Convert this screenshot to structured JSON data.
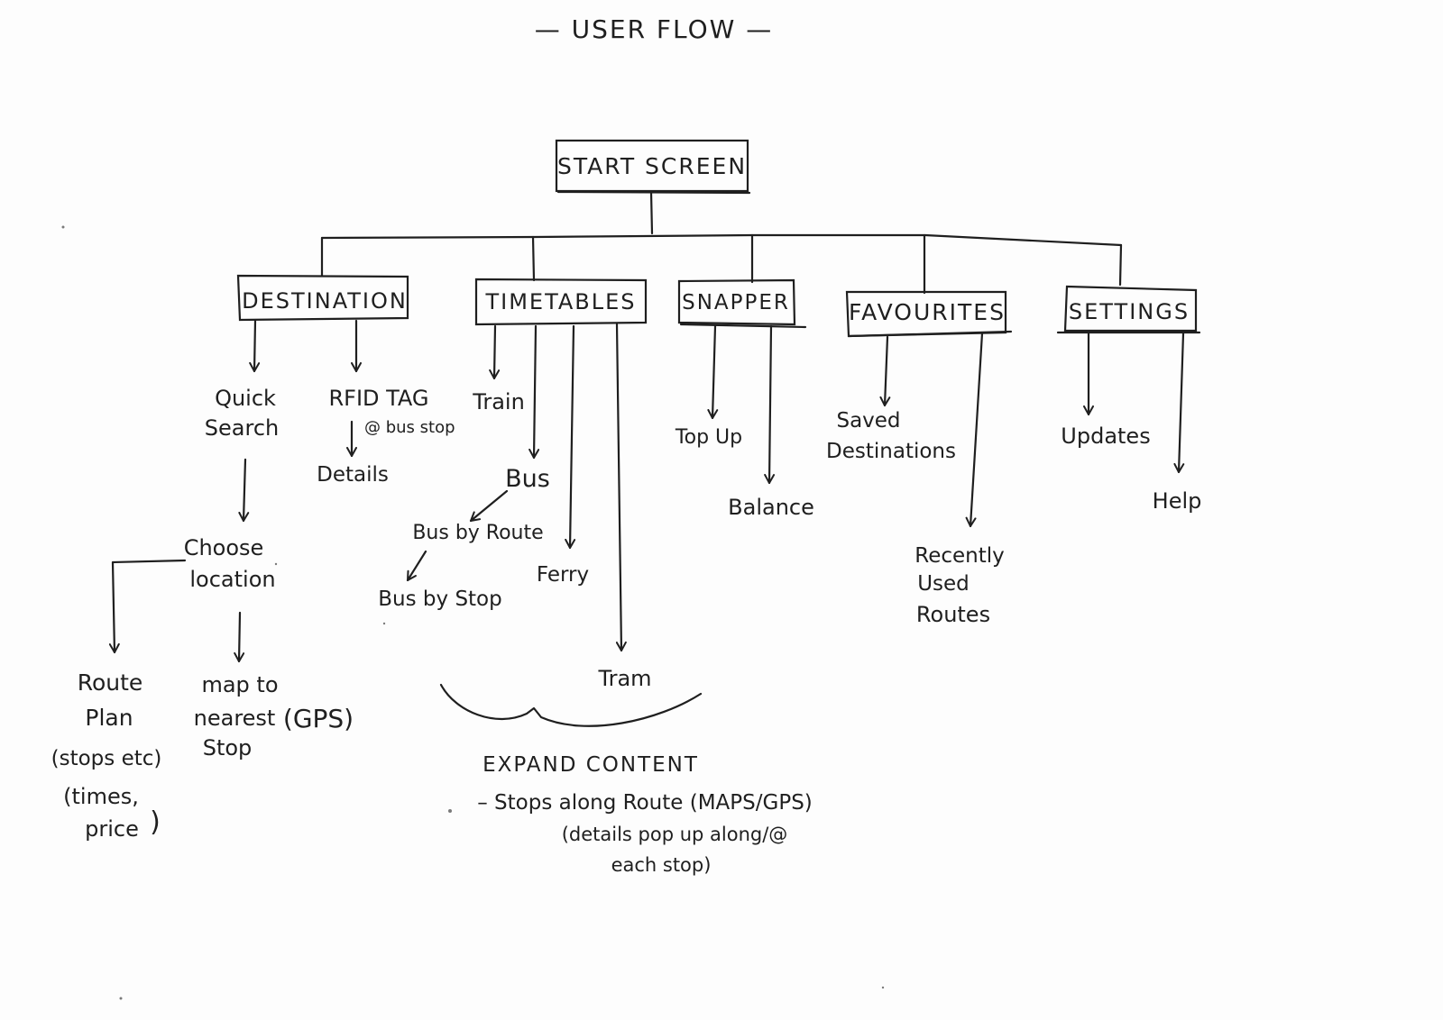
{
  "title": "— USER FLOW —",
  "start": "START SCREEN",
  "categories": {
    "destination": "DESTINATION",
    "timetables": "TIMETABLES",
    "snapper": "SNAPPER",
    "favourites": "FAVOURITES",
    "settings": "SETTINGS"
  },
  "destination": {
    "quick_search": [
      "Quick",
      "Search"
    ],
    "rfid_tag": "RFID TAG",
    "bus_stop_note": "@ bus stop",
    "details": "Details",
    "choose_location": [
      "Choose",
      "location"
    ],
    "route_plan": [
      "Route",
      "Plan",
      "(stops etc)",
      "(times,",
      "price",
      ")"
    ],
    "map_nearest": [
      "map to",
      "nearest",
      "Stop"
    ],
    "gps": "(GPS)"
  },
  "timetables": {
    "train": "Train",
    "bus": "Bus",
    "bus_by_route": "Bus by Route",
    "bus_by_stop": "Bus by Stop",
    "ferry": "Ferry",
    "tram": "Tram"
  },
  "snapper": {
    "top_up": "Top Up",
    "balance": "Balance"
  },
  "favourites": {
    "saved_destinations": [
      "Saved",
      "Destinations"
    ],
    "recently_used_routes": [
      "Recently",
      "Used",
      "Routes"
    ]
  },
  "settings": {
    "updates": "Updates",
    "help": "Help"
  },
  "expand": {
    "heading": "EXPAND CONTENT",
    "line1": "– Stops along Route (MAPS/GPS)",
    "line2": "(details pop up along/@",
    "line3": "each stop)"
  }
}
